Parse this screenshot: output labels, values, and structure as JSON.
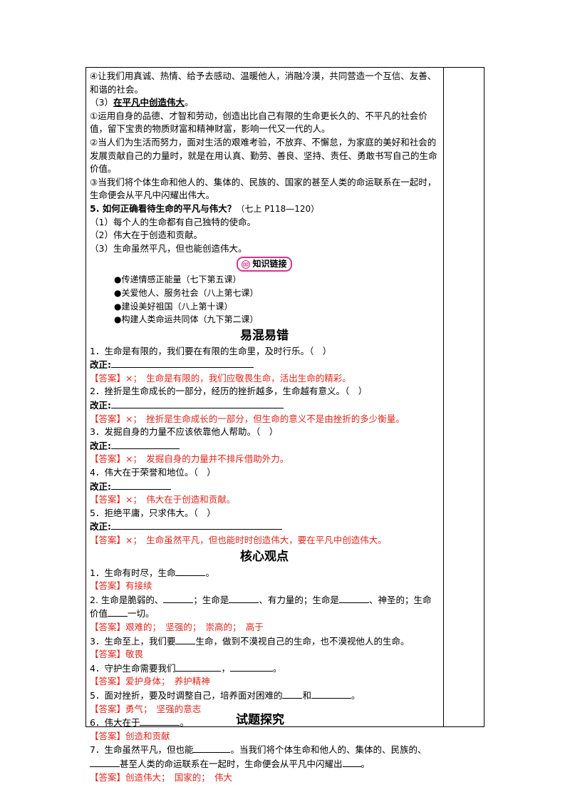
{
  "intro": {
    "p4": "④让我们用真诚、热情、给予去感动、温暖他人，消融冷漠，共同营造一个互信、友善、和谐的社会。",
    "sub3_num": "（3）",
    "sub3_title": "在平凡中创造伟大",
    "sub3_end": "。",
    "c1": "①运用自身的品德、才智和劳动，创造出比自己有限的生命更长久的、不平凡的社会价值，留下宝贵的物质财富和精神财富，影响一代又一代的人。",
    "c2": "②当人们为生活而努力，面对生活的艰难考验，不放弃、不懈怠，为家庭的美好和社会的发展贡献自己的力量时，就是在用认真、勤劳、善良、坚持、责任、勇敢书写自己的生命价值。",
    "c3": "③当我们将个体生命和他人的、集体的、民族的、国家的甚至人类的命运联系在一起时，生命便会从平凡中闪耀出伟大。"
  },
  "q5": {
    "title": "5. 如何正确看待生命的平凡与伟大？",
    "ref": "（七上 P118—120）",
    "items": [
      "（1）每个人的生命都有自己独特的使命。",
      "（2）伟大在于创造和贡献。",
      "（3）生命虽然平凡，但也能创造伟大。"
    ]
  },
  "knowledge_link": {
    "label": "知识链接",
    "icon": "knowledge-link-icon",
    "items": [
      "●传递情感正能量（七下第五课）",
      "●关爱他人、服务社会（八上第七课）",
      "●建设美好祖国（八上第十课）",
      "●构建人类命运共同体（九下第二课）"
    ]
  },
  "confusing": {
    "heading": "易混易错",
    "correction_label": "改正:",
    "answer_tag": "【答案】",
    "items": [
      {
        "q": "1．生命是有限的，我们要在有限的生命里，及时行乐。（　）",
        "a": "×；　生命是有限的，我们应敬畏生命，活出生命的精彩。"
      },
      {
        "q": "2．挫折是生命成长的一部分，经历的挫折越多，生命越有意义。（　）",
        "a": "×；　挫折是生命成长的一部分，但生命的意义不是由挫折的多少衡量。"
      },
      {
        "q": "3．发掘自身的力量不应该依靠他人帮助。（　）",
        "a": "×；　发掘自身的力量并不排斥借助外力。"
      },
      {
        "q": "4．伟大在于荣誉和地位。（　）",
        "a": "×；　伟大在于创造和贡献。"
      },
      {
        "q": "5．拒绝平庸，只求伟大。（　）",
        "a": "×；　生命虽然平凡，但也能时时创造伟大，要在平凡中创造伟大。"
      }
    ]
  },
  "core": {
    "heading": "核心观点",
    "answer_tag": "【答案】",
    "q1": {
      "pre": "1．生命有时尽，生命",
      "post": "。",
      "a": "有接续"
    },
    "q2": {
      "pre": "2. 生命是脆弱的、",
      "m1": "；生命是",
      "m2": "、有力量的；生命是",
      "m3": "、神圣的；生命价值",
      "post": "一切。",
      "a": "艰难的；　坚强的；　崇高的；　高于"
    },
    "q3": {
      "pre": "3．生命至上，我们要",
      "post": "生命，做到不漠视自己的生命，也不漠视他人的生命。",
      "a": "敬畏"
    },
    "q4": {
      "pre": "4．守护生命需要我们",
      "mid": "，",
      "post": "。",
      "a": "爱护身体；　养护精神"
    },
    "q5": {
      "pre": "5．面对挫折，要及时调整自己，培养面对困难的",
      "mid": "和",
      "post": "。",
      "a": "勇气；　坚强的意志"
    },
    "q6": {
      "pre": "6．伟大在于",
      "post": "。",
      "a": "创造和贡献"
    },
    "q7": {
      "pre": "7．生命虽然平凡，但也能",
      "m1": "。当我们将个体生命和他人的、集体的、民族的、",
      "m2": "甚至人类的命运联系在一起时，生命便会从平凡中闪耀出",
      "post": "。",
      "a": "创造伟大；　国家的；　伟大"
    }
  },
  "explore": {
    "heading": "试题探究"
  }
}
